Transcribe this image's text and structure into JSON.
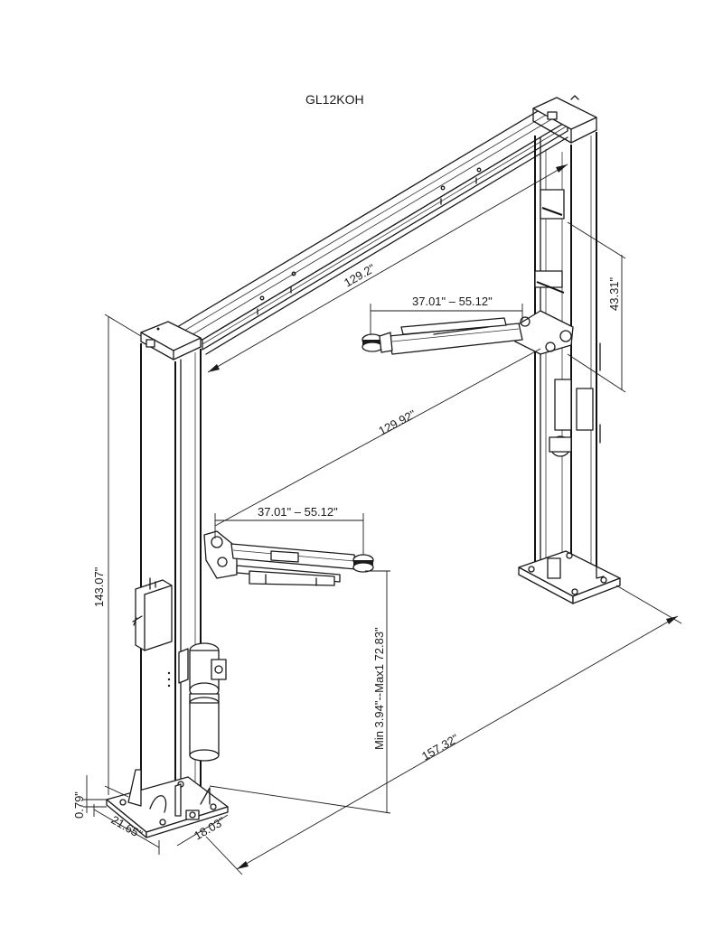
{
  "title": "GL12KOH",
  "dimensions": {
    "beam_span": "129.2\"",
    "diagonal_span": "129.92\"",
    "arm_reach_rear": "37.01\" – 55.12\"",
    "arm_reach_front": "37.01\" – 55.12\"",
    "carriage_height": "43.31\"",
    "total_height": "143.07\"",
    "lift_height": "Min 3.94\"--Max1 72.83\"",
    "overall_width": "157.32\"",
    "base_plate_thickness": "0.79\"",
    "base_width": "21.65\"",
    "base_depth": "18.03\""
  }
}
